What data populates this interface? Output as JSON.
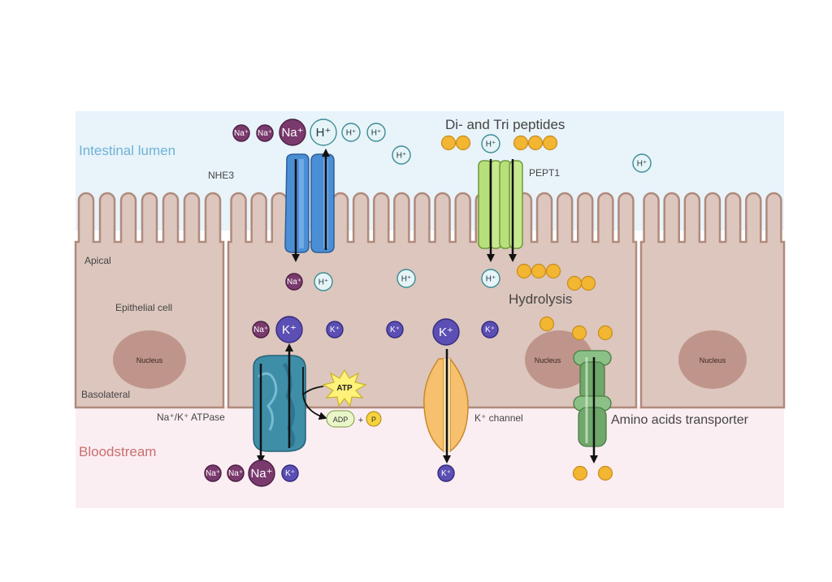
{
  "regions": {
    "lumen": "Intestinal lumen",
    "bloodstream": "Bloodstream",
    "apical": "Apical",
    "epithelial_cell": "Epithelial cell",
    "basolateral": "Basolateral"
  },
  "nucleus_label": "Nucleus",
  "transporters": {
    "nhe3": "NHE3",
    "pept1": "PEPT1",
    "nak_atpase": "Na⁺/K⁺ ATPase",
    "k_channel": "K⁺ channel",
    "amino_acid": "Amino acids transporter"
  },
  "headings": {
    "peptides": "Di- and Tri peptides",
    "hydrolysis": "Hydrolysis"
  },
  "ions": {
    "na": "Na⁺",
    "k": "K⁺",
    "h": "H⁺"
  },
  "energy": {
    "atp": "ATP",
    "adp": "ADP",
    "plus": "+",
    "p": "P"
  },
  "colors": {
    "lumen_bg": "#e8f3fa",
    "blood_bg": "#fbeef2",
    "cell_fill": "#dcc6bd",
    "cell_stroke": "#b08a7c",
    "nucleus": "#bf958b",
    "na": "#7a3a6e",
    "k": "#5b4fb3",
    "h_fill": "#e6f4f7",
    "h_stroke": "#3d8c96",
    "amino": "#f2b632",
    "nhe3": "#4a8fd6",
    "pept1": "#b8e07a",
    "atpase": "#3f8ea8",
    "k_channel": "#f6c06e",
    "aa_transporter": "#6fa86a",
    "lumen_text": "#6db3d6",
    "blood_text": "#c96e6e"
  }
}
